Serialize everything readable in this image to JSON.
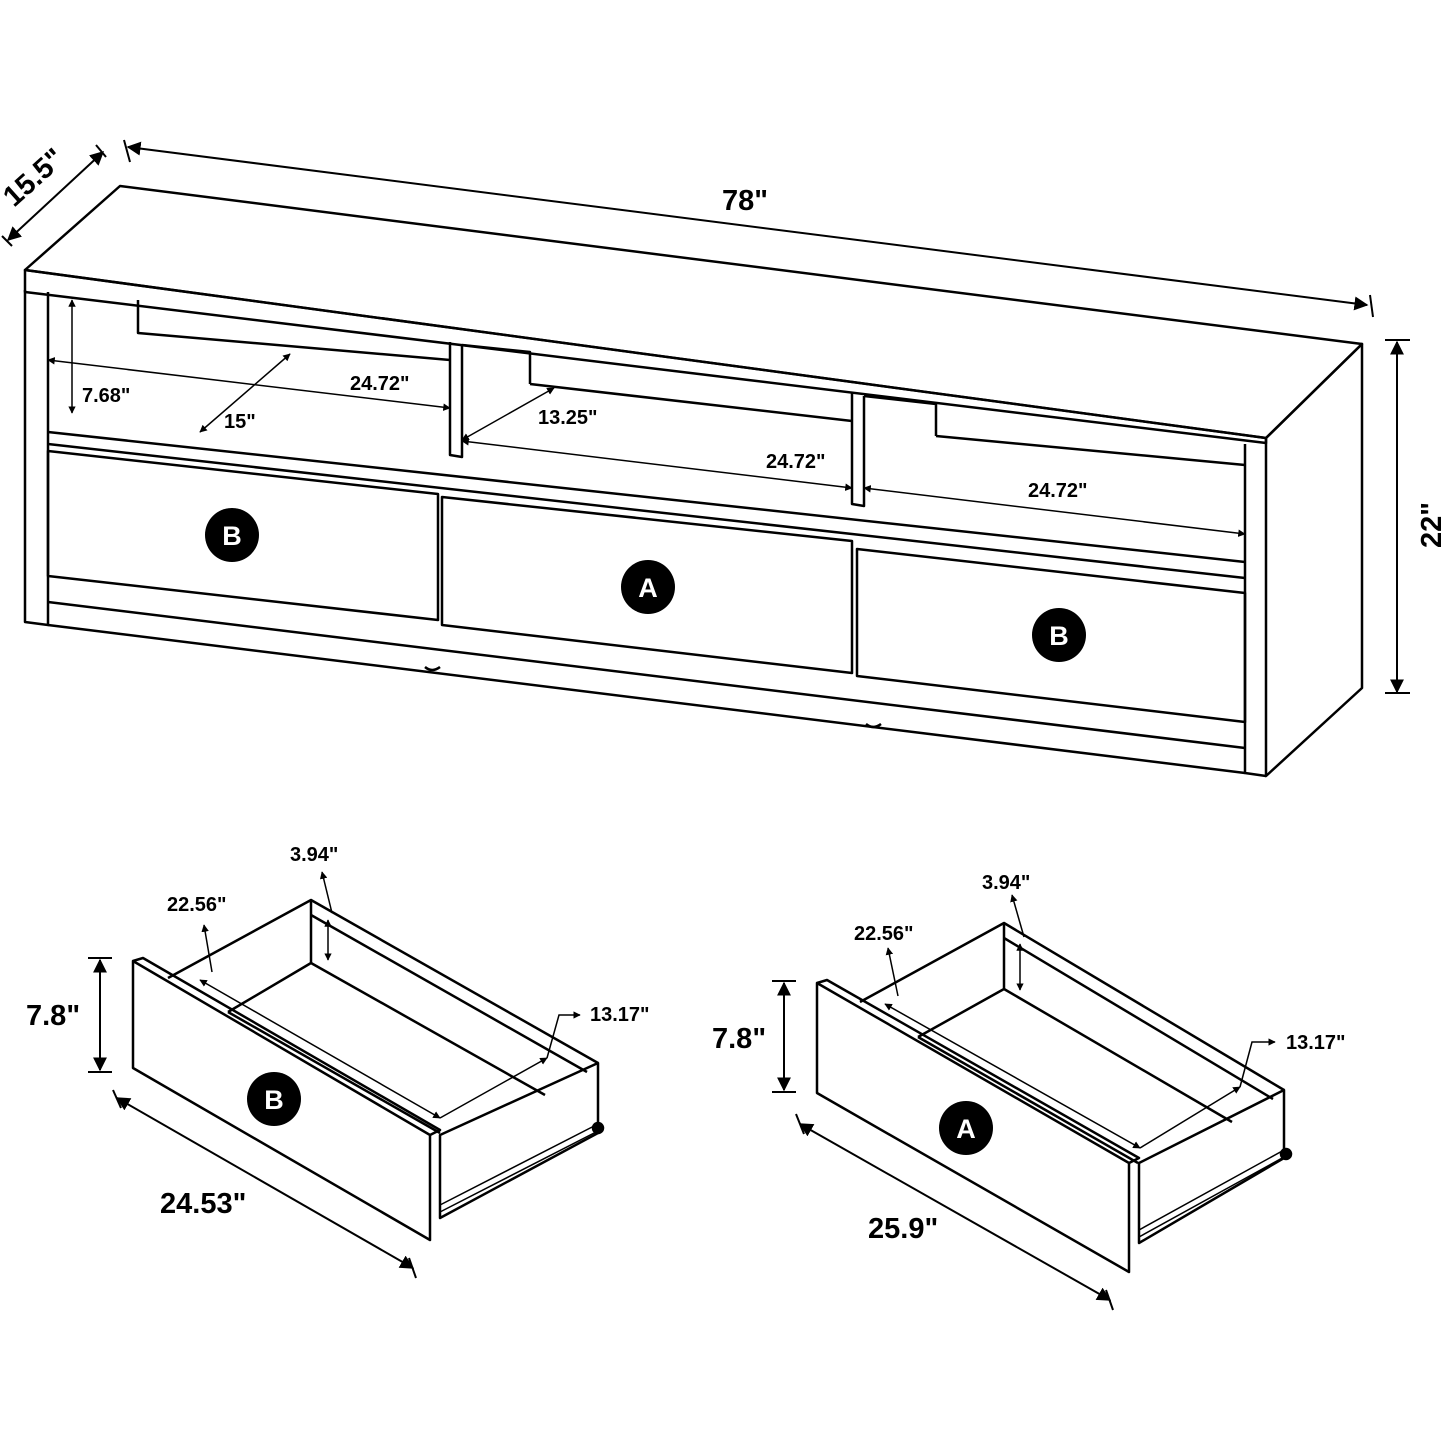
{
  "cabinet": {
    "width": "78\"",
    "depth": "15.5\"",
    "height": "22\"",
    "shelf_height": "7.68\"",
    "shelf_depth": "15\"",
    "left_shelf_width": "24.72\"",
    "center_shelf_depth": "13.25\"",
    "center_shelf_width": "24.72\"",
    "right_shelf_width": "24.72\"",
    "drawer_left": "B",
    "drawer_center": "A",
    "drawer_right": "B"
  },
  "drawer_b": {
    "label": "B",
    "height": "7.8\"",
    "width": "24.53\"",
    "inner_depth": "22.56\"",
    "inner_height": "3.94\"",
    "inner_width": "13.17\""
  },
  "drawer_a": {
    "label": "A",
    "height": "7.8\"",
    "width": "25.9\"",
    "inner_depth": "22.56\"",
    "inner_height": "3.94\"",
    "inner_width": "13.17\""
  },
  "colors": {
    "line": "#000000",
    "background": "#ffffff",
    "badge": "#000000"
  }
}
